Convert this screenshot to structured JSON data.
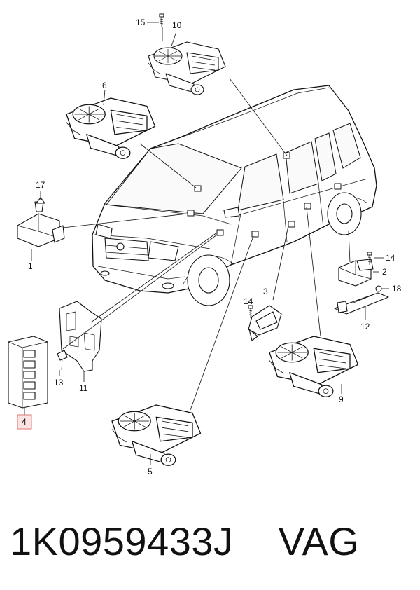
{
  "callouts": {
    "c1": "1",
    "c2": "2",
    "c3": "3",
    "c4": "4",
    "c5": "5",
    "c6": "6",
    "c9": "9",
    "c10": "10",
    "c11": "11",
    "c12": "12",
    "c13": "13",
    "c14a": "14",
    "c14b": "14",
    "c15": "15",
    "c17": "17",
    "c18": "18"
  },
  "caption": {
    "part_number": "1K0959433J",
    "brand": "VAG"
  },
  "highlight": {
    "callout": "4",
    "color": "#d77"
  }
}
